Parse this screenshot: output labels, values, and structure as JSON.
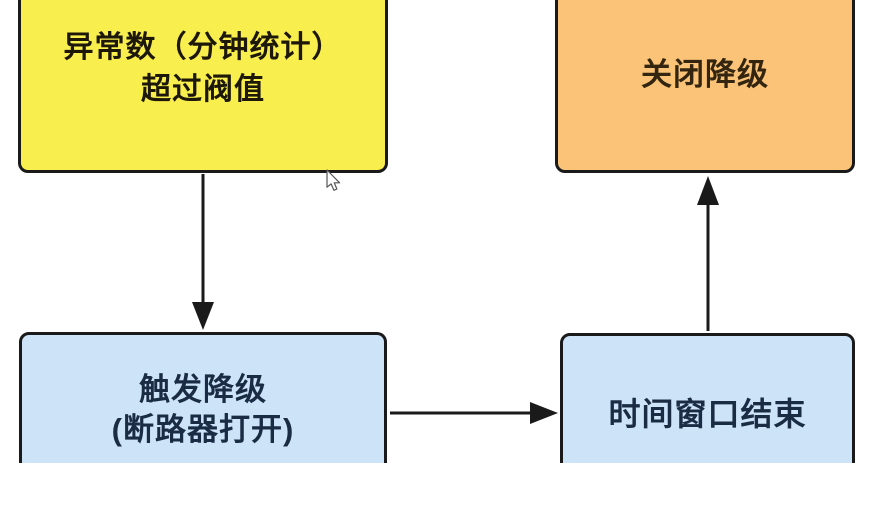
{
  "diagram": {
    "background_color": "#ffffff",
    "edge_color": "#1a1a1a",
    "nodes": {
      "threshold": {
        "line1": "异常数（分钟统计）",
        "line2": "超过阀值",
        "fill": "#F8EE4D",
        "text_color": "#1c1708"
      },
      "close": {
        "label": "关闭降级",
        "fill": "#FAC377",
        "text_color": "#33250f"
      },
      "trigger": {
        "line1": "触发降级",
        "line2": "(断路器打开)",
        "fill": "#CDE3F8",
        "text_color": "#1a2c44"
      },
      "window": {
        "label": "时间窗口结束",
        "fill": "#CDE3F8",
        "text_color": "#1a2c44"
      }
    },
    "edges": [
      {
        "from": "threshold",
        "to": "trigger",
        "direction": "down"
      },
      {
        "from": "trigger",
        "to": "window",
        "direction": "right"
      },
      {
        "from": "window",
        "to": "close",
        "direction": "up"
      }
    ]
  }
}
